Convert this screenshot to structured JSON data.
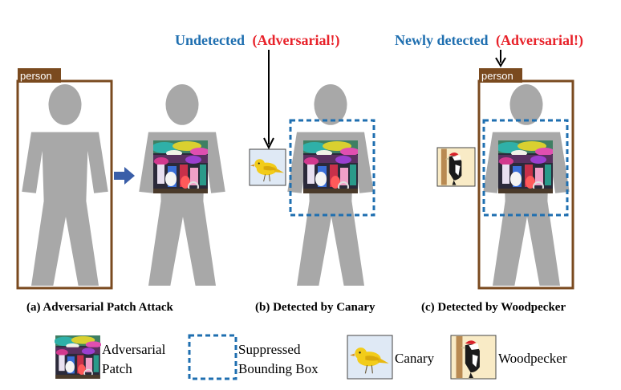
{
  "colors": {
    "person_box": "#7a4a1f",
    "suppressed_box": "#1f6fb0",
    "silhouette": "#a8a8a8",
    "blue_text": "#1f6fb0",
    "red_text": "#e8222a",
    "arrow_fill": "#3a5ea8",
    "canary_bg": "#dfe9f5",
    "woodpecker_bg": "#f9ebc6"
  },
  "labels": {
    "person_tag": "person",
    "undetected_prefix": "Undetected",
    "undetected_suffix": "(Adversarial!)",
    "newly_prefix": "Newly detected",
    "newly_suffix": "(Adversarial!)"
  },
  "captions": {
    "a": "(a) Adversarial Patch Attack",
    "b": "(b) Detected by Canary",
    "c": "(c) Detected by Woodpecker"
  },
  "legend": {
    "patch_line1": "Adversarial",
    "patch_line2": "Patch",
    "suppressed_line1": "Suppressed",
    "suppressed_line2": "Bounding Box",
    "canary": "Canary",
    "woodpecker": "Woodpecker"
  },
  "icons": {
    "patch": "adversarial-patch-icon",
    "canary": "canary-icon",
    "woodpecker": "woodpecker-icon",
    "attack_arrow": "right-arrow-icon",
    "pointer": "down-arrow-icon"
  }
}
